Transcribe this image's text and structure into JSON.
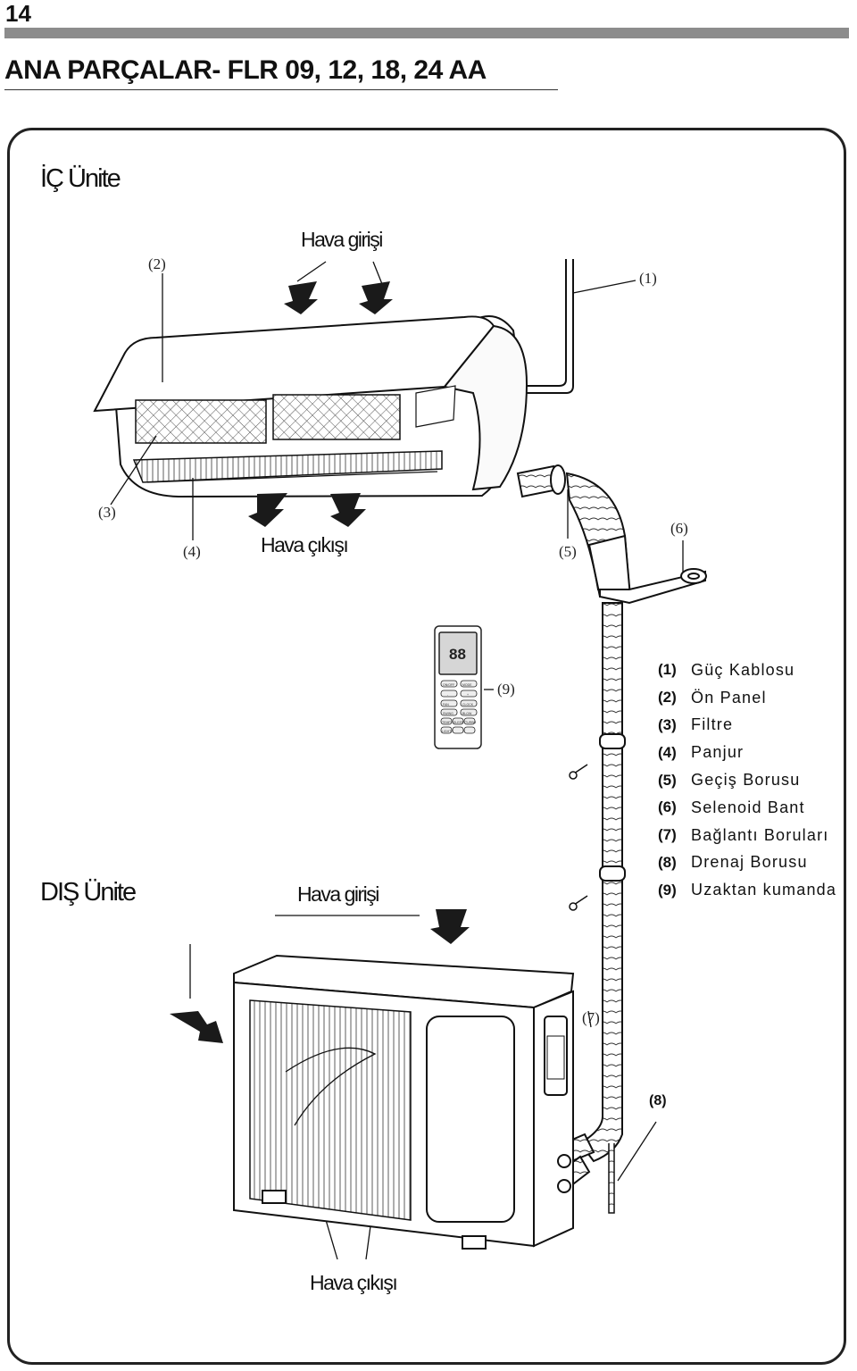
{
  "page_number": "14",
  "title": "ANA PARÇALAR- FLR 09, 12, 18, 24 AA",
  "indoor": {
    "heading": "İÇ Ünite",
    "air_in": "Hava girişi",
    "air_out": "Hava çıkışı",
    "callouts": [
      "(1)",
      "(2)",
      "(3)",
      "(4)",
      "(5)",
      "(6)"
    ]
  },
  "outdoor": {
    "heading": "DIŞ Ünite",
    "air_in": "Hava girişi",
    "air_out": "Hava çıkışı",
    "callouts": [
      "(7)",
      "(8)"
    ]
  },
  "remote_callout": "(9)",
  "remote_buttons": [
    "ON/OFF",
    "MODE",
    "-",
    "+",
    "FAN",
    "CLOCK",
    "SWING",
    "BLOW",
    "TEMP",
    "SLEEP",
    "TURBO",
    "LIGHT"
  ],
  "remote_display": "88",
  "legend": [
    {
      "n": "(1)",
      "label": "Güç Kablosu"
    },
    {
      "n": "(2)",
      "label": "Ön Panel"
    },
    {
      "n": "(3)",
      "label": "Filtre"
    },
    {
      "n": "(4)",
      "label": "Panjur"
    },
    {
      "n": "(5)",
      "label": "Geçiş Borusu"
    },
    {
      "n": "(6)",
      "label": "Selenoid Bant"
    },
    {
      "n": "(7)",
      "label": "Bağlantı Boruları"
    },
    {
      "n": "(8)",
      "label": "Drenaj Borusu"
    },
    {
      "n": "(9)",
      "label": "Uzaktan kumanda"
    }
  ]
}
